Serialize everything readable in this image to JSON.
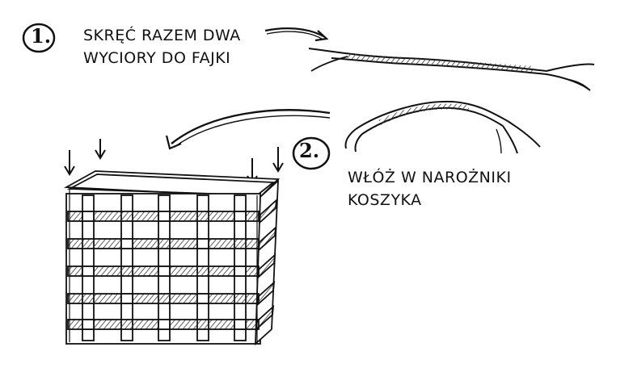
{
  "steps": [
    {
      "number": "1.",
      "lines": [
        "SKRĘĆ RAZEM DWA",
        "WYCIORY DO FAJKI"
      ]
    },
    {
      "number": "2.",
      "lines": [
        "WŁÓŻ W NAROŻNIKI",
        "KOSZYKA"
      ]
    }
  ],
  "colors": {
    "ink": "#111111",
    "paper": "#ffffff",
    "hatch": "#555555"
  }
}
